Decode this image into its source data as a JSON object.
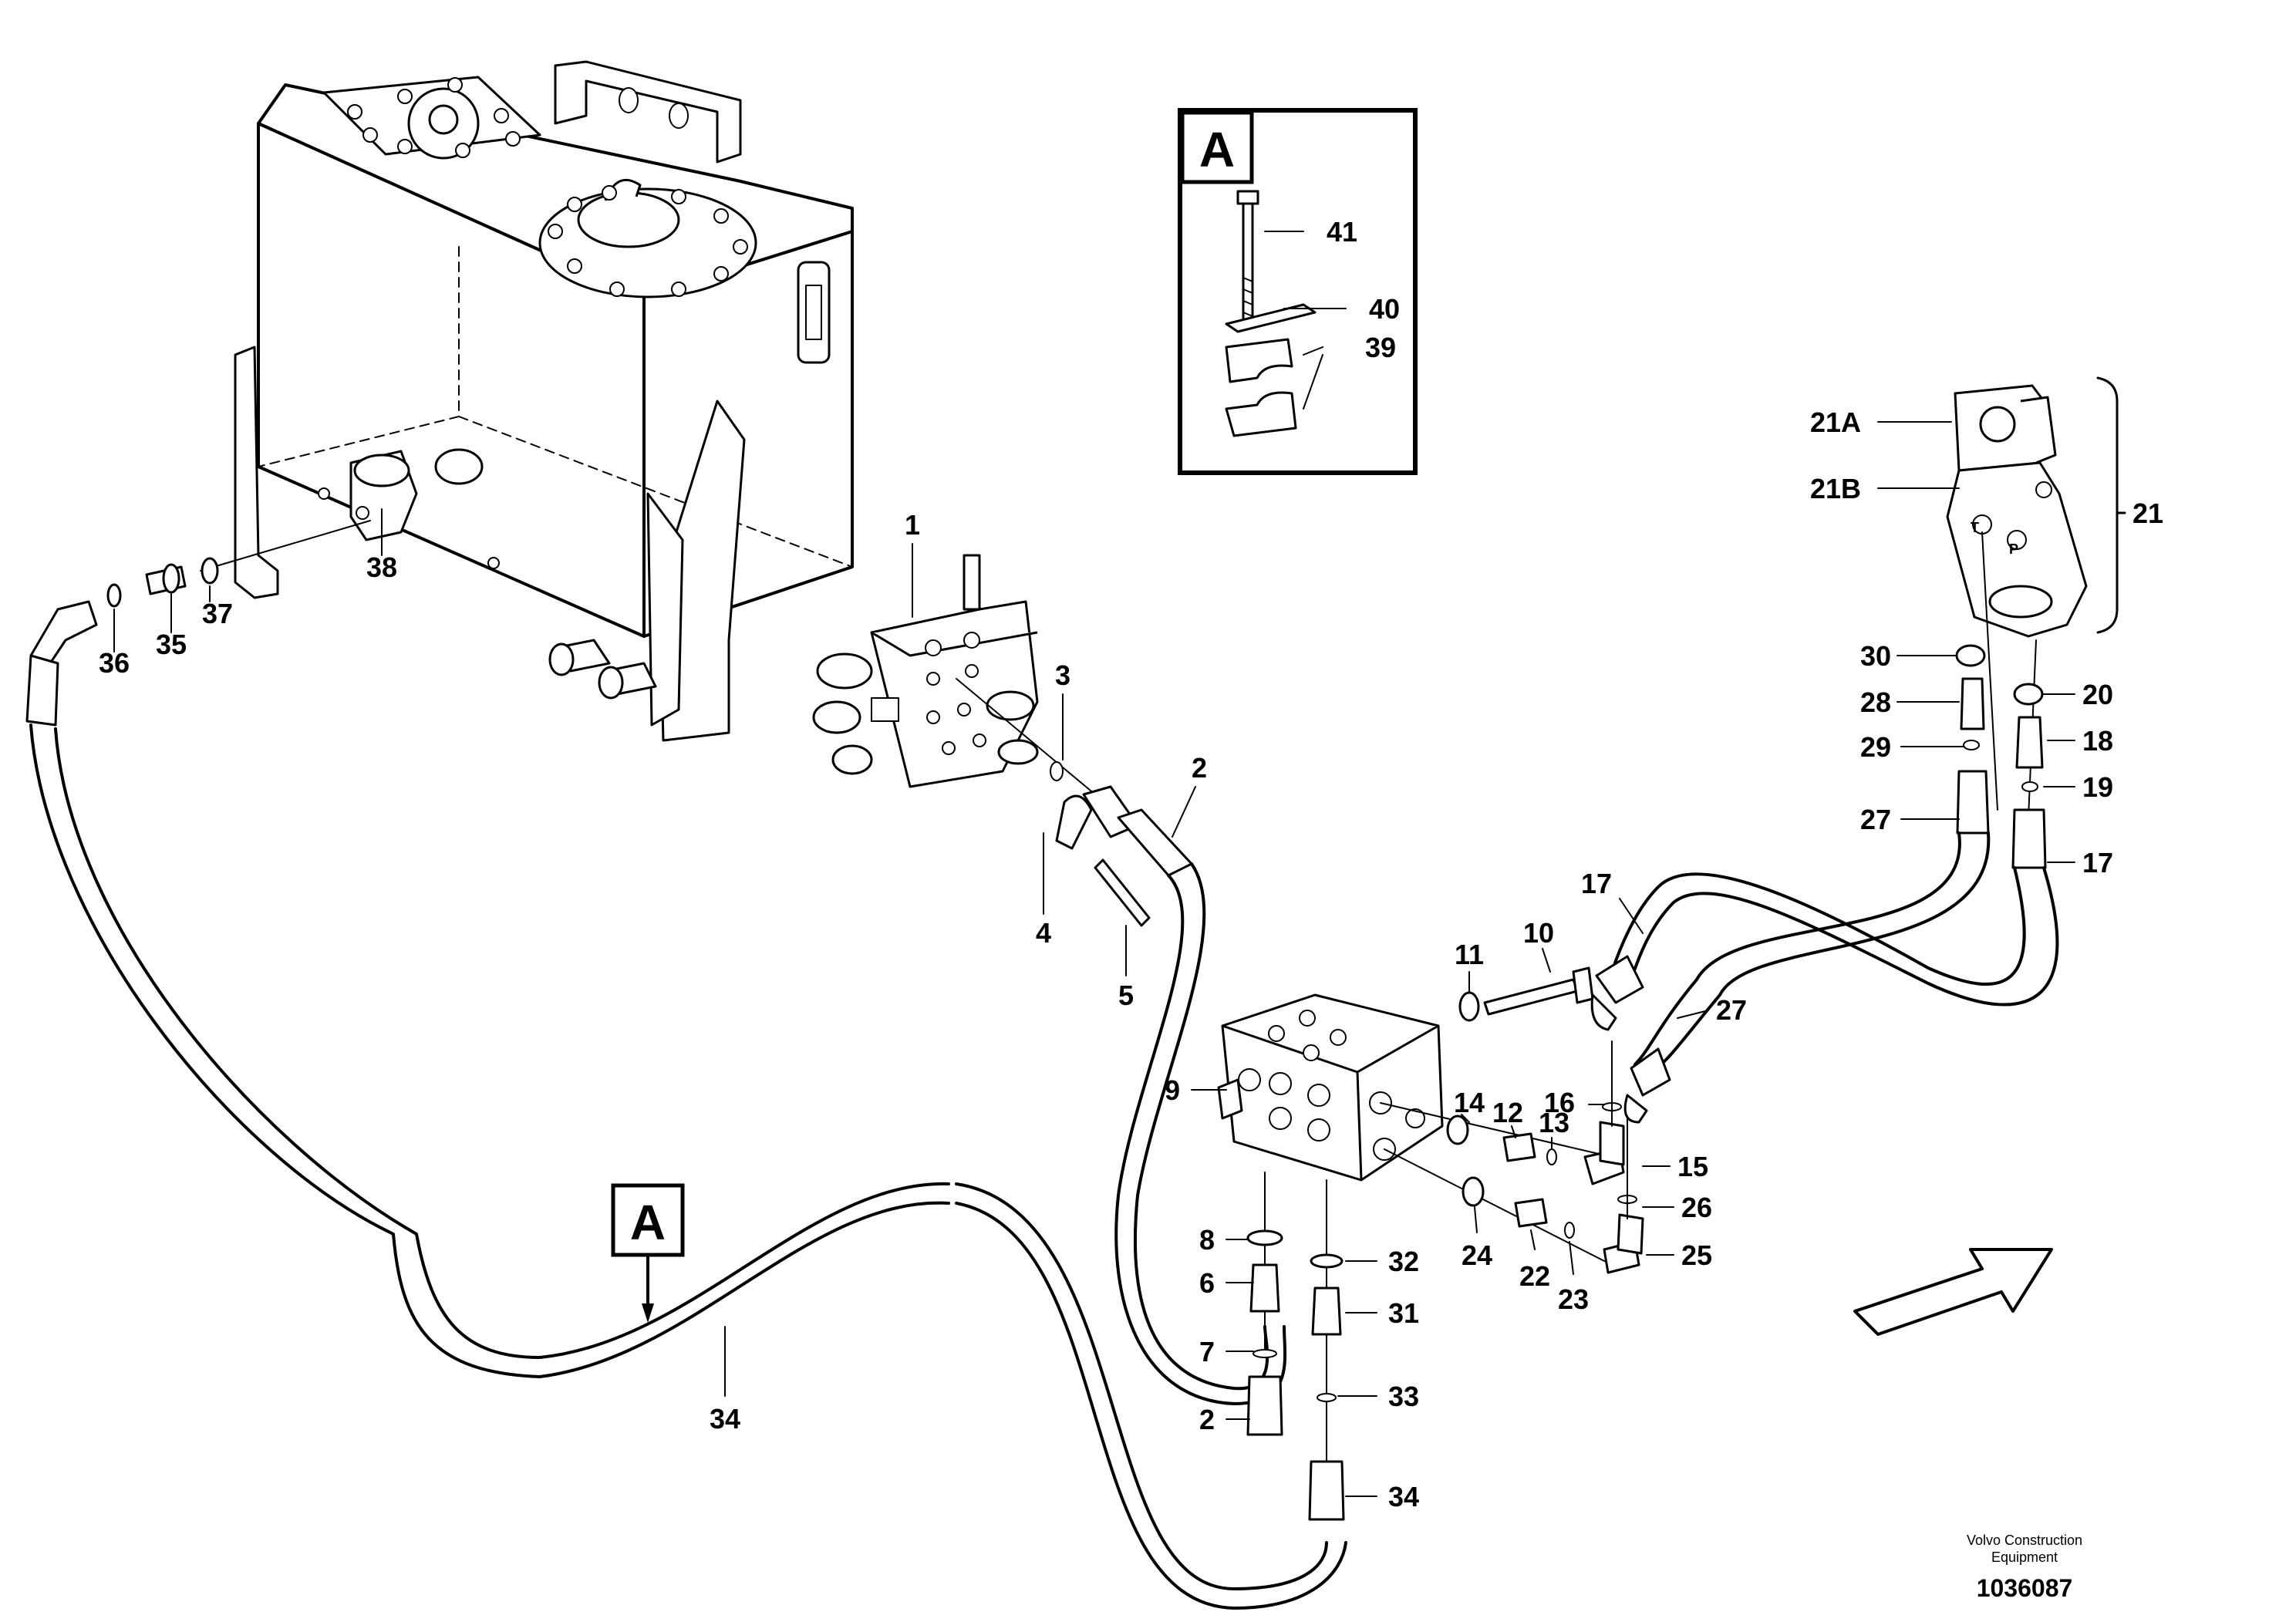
{
  "labels": {
    "l1": "1",
    "l2a": "2",
    "l2b": "2",
    "l3": "3",
    "l4": "4",
    "l5": "5",
    "l6": "6",
    "l7": "7",
    "l8": "8",
    "l9": "9",
    "l10": "10",
    "l11": "11",
    "l12": "12",
    "l13": "13",
    "l14": "14",
    "l15": "15",
    "l16": "16",
    "l17a": "17",
    "l17b": "17",
    "l18": "18",
    "l19": "19",
    "l20": "20",
    "l21": "21",
    "l21a": "21A",
    "l21b": "21B",
    "l22": "22",
    "l23": "23",
    "l24": "24",
    "l25": "25",
    "l26": "26",
    "l27a": "27",
    "l27b": "27",
    "l28": "28",
    "l29": "29",
    "l30": "30",
    "l31": "31",
    "l32": "32",
    "l33": "33",
    "l34a": "34",
    "l34b": "34",
    "l35": "35",
    "l36": "36",
    "l37": "37",
    "l38": "38",
    "l39": "39",
    "l40": "40",
    "l41": "41"
  },
  "detail_box": {
    "letter": "A"
  },
  "section_marker": {
    "letter": "A"
  },
  "footer": {
    "company_line1": "Volvo Construction",
    "company_line2": "Equipment",
    "drawing_number": "1036087"
  }
}
